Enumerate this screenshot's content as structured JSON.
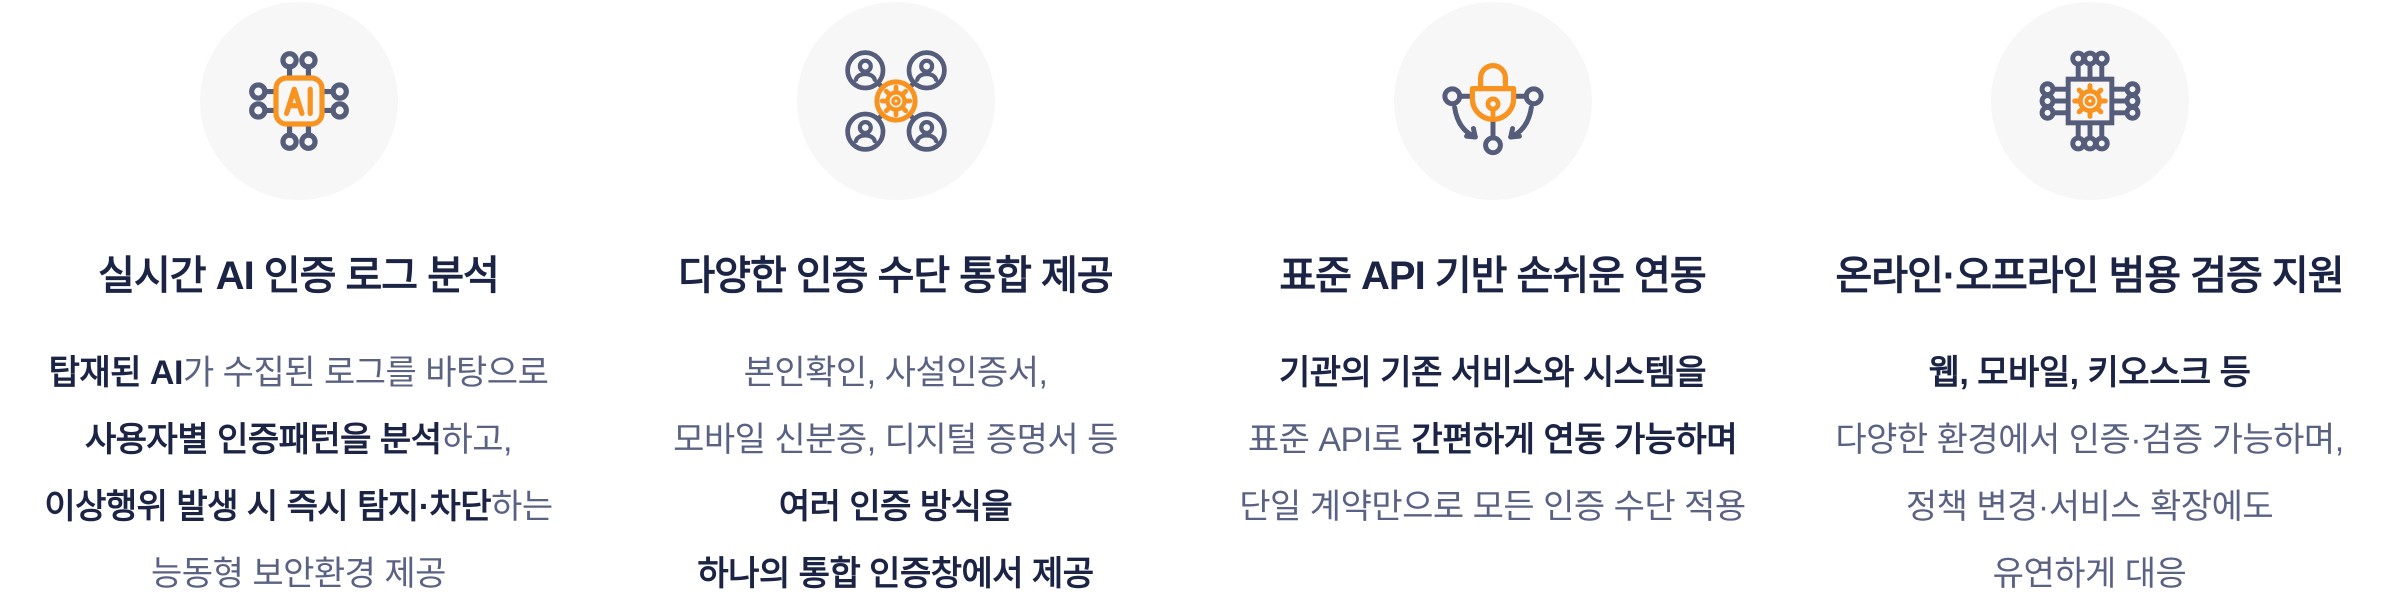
{
  "section": {
    "name": "feature-highlights"
  },
  "colors": {
    "accent_orange": "#F7931E",
    "icon_slate": "#555D7B",
    "title_navy": "#1C2445",
    "body_text": "#5A6284",
    "icon_circle_bg": "#F7F7F8",
    "page_bg": "#FFFFFF"
  },
  "features": [
    {
      "icon": "ai-chip-icon",
      "title": "실시간 AI 인증 로그 분석",
      "lines": [
        {
          "segments": [
            {
              "text": "탑재된 AI",
              "bold": true
            },
            {
              "text": "가 수집된 로그를 바탕으로",
              "bold": false
            }
          ]
        },
        {
          "segments": [
            {
              "text": "사용자별 인증패턴을 분석",
              "bold": true
            },
            {
              "text": "하고,",
              "bold": false
            }
          ]
        },
        {
          "segments": [
            {
              "text": "이상행위 발생 시 즉시 탐지·차단",
              "bold": true
            },
            {
              "text": "하는",
              "bold": false
            }
          ]
        },
        {
          "segments": [
            {
              "text": "능동형 보안환경 제공",
              "bold": false
            }
          ]
        }
      ]
    },
    {
      "icon": "user-network-icon",
      "title": "다양한 인증 수단 통합 제공",
      "lines": [
        {
          "segments": [
            {
              "text": "본인확인, 사설인증서,",
              "bold": false
            }
          ]
        },
        {
          "segments": [
            {
              "text": "모바일 신분증, 디지털 증명서 등",
              "bold": false
            }
          ]
        },
        {
          "segments": [
            {
              "text": "여러 인증 방식을",
              "bold": true
            }
          ]
        },
        {
          "segments": [
            {
              "text": "하나의 통합 인증창에서 제공",
              "bold": true
            }
          ]
        }
      ]
    },
    {
      "icon": "padlock-link-icon",
      "title": "표준 API 기반 손쉬운 연동",
      "lines": [
        {
          "segments": [
            {
              "text": "기관의 기존 서비스와 시스템을",
              "bold": true
            }
          ]
        },
        {
          "segments": [
            {
              "text": "표준 API로 ",
              "bold": false
            },
            {
              "text": "간편하게 연동 가능하며",
              "bold": true
            }
          ]
        },
        {
          "segments": [
            {
              "text": "단일 계약만으로 모든 인증 수단 적용",
              "bold": false
            }
          ]
        }
      ]
    },
    {
      "icon": "chip-gear-icon",
      "title": "온라인·오프라인 범용 검증 지원",
      "lines": [
        {
          "segments": [
            {
              "text": "웹, 모바일, 키오스크 등",
              "bold": true
            }
          ]
        },
        {
          "segments": [
            {
              "text": "다양한 환경에서 인증·검증 가능하며,",
              "bold": false
            }
          ]
        },
        {
          "segments": [
            {
              "text": "정책 변경·서비스 확장에도",
              "bold": false
            }
          ]
        },
        {
          "segments": [
            {
              "text": "유연하게 대응",
              "bold": false
            }
          ]
        }
      ]
    }
  ]
}
